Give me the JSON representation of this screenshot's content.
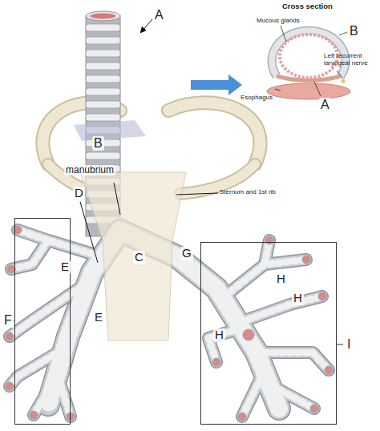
{
  "diagram": {
    "nodes": [
      {
        "text": [
          "F"
        ]
      },
      {
        "text": [
          "I"
        ]
      }
    ],
    "labels": [
      "A",
      "Cross section",
      "Mucous glands",
      "B",
      "Left recurrent laryngeal nerve",
      "Esophagus",
      "A",
      "B",
      "manubrium",
      "Sternum and 1st rib",
      "D",
      "C",
      "E",
      "E",
      "G",
      "H",
      "H",
      "H"
    ]
  }
}
